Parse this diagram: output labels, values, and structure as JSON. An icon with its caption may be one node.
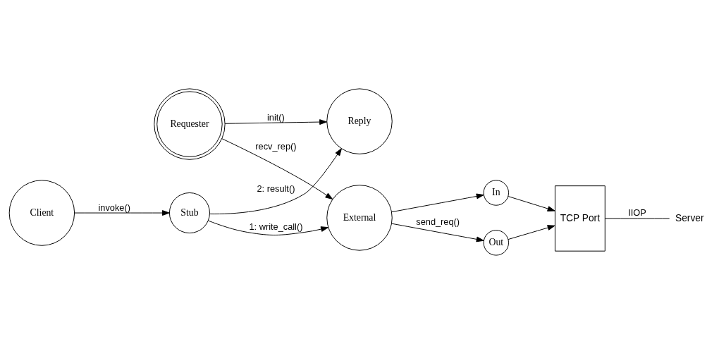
{
  "diagram": {
    "nodes": [
      {
        "text": [
          "Reply"
        ]
      },
      {
        "text": [
          "Requester"
        ]
      },
      {
        "text": [
          "Client"
        ]
      },
      {
        "text": [
          "Stub"
        ]
      },
      {
        "text": [
          "External"
        ]
      },
      {
        "text": [
          "In"
        ]
      },
      {
        "text": [
          "Out"
        ]
      },
      {
        "text": [
          "TCP Port"
        ]
      },
      {
        "text": [
          "Server"
        ]
      }
    ],
    "edges": [
      {
        "from": 1,
        "to": 0,
        "arrow": "to",
        "label": "init()"
      },
      {
        "from": 2,
        "to": 3,
        "arrow": "to",
        "label": "invoke()"
      },
      {
        "from": 3,
        "to": 0,
        "arrow": "to",
        "label": "2: result()"
      },
      {
        "from": 3,
        "to": 4,
        "arrow": "to",
        "label": "1: write_call()"
      },
      {
        "from": 1,
        "to": 4,
        "arrow": "to",
        "label": "recv_rep()"
      },
      {
        "from": 4,
        "to": 5,
        "arrow": "to"
      },
      {
        "from": 4,
        "to": 6,
        "arrow": "to",
        "label": "send_req()"
      },
      {
        "from": 5,
        "to": 7,
        "arrow": "to"
      },
      {
        "from": 6,
        "to": 7,
        "arrow": "to"
      },
      {
        "from": 7,
        "to": 8,
        "arrow": "none",
        "label": "IIOP"
      }
    ]
  }
}
